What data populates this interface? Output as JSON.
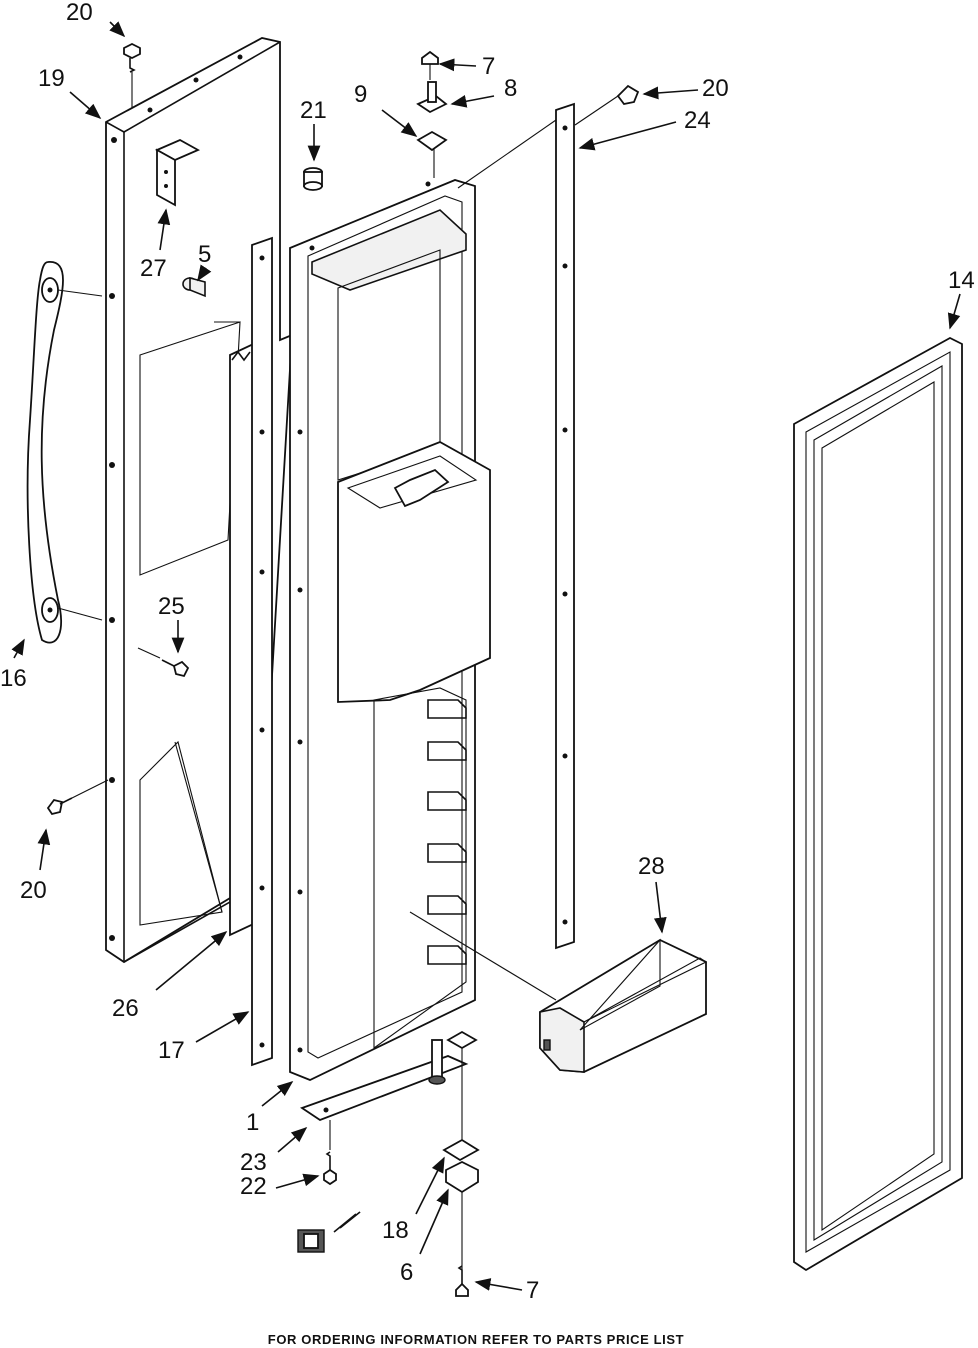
{
  "footer": "FOR ORDERING INFORMATION REFER TO PARTS PRICE LIST",
  "callouts": [
    "20",
    "19",
    "27",
    "16",
    "25",
    "20",
    "26",
    "17",
    "21",
    "5",
    "9",
    "7",
    "8",
    "1",
    "23",
    "22",
    "18",
    "6",
    "7",
    "20",
    "24",
    "14",
    "28"
  ]
}
